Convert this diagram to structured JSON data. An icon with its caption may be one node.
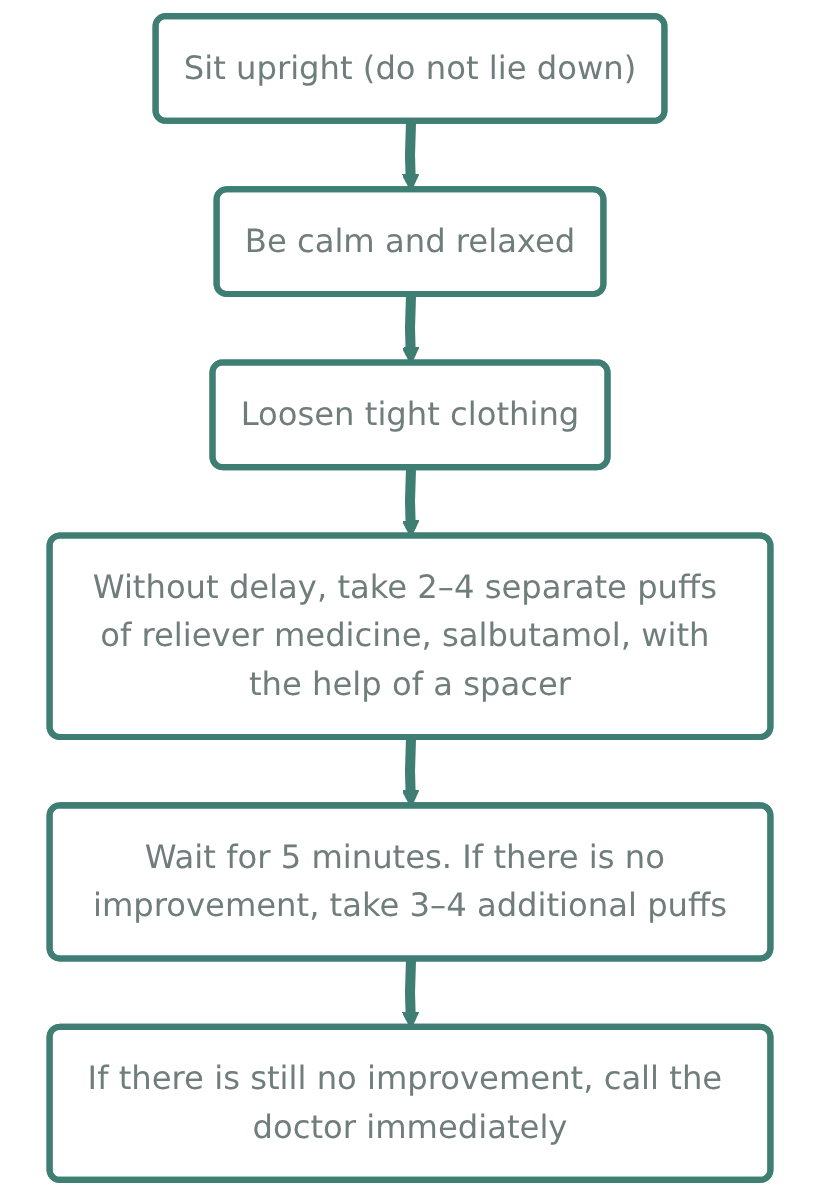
{
  "diagram": {
    "nodes": [
      {
        "text": [
          "Sit upright (do not lie down)"
        ]
      },
      {
        "text": [
          "Be calm and relaxed"
        ]
      },
      {
        "text": [
          "Loosen tight clothing"
        ]
      },
      {
        "text": [
          "Without delay, take 2–4 separate puffs of reliever medicine, salbutamol, with the help of a spacer"
        ]
      },
      {
        "text": [
          "Wait for 5 minutes. If there is no improvement, take 3–4 additional puffs"
        ]
      },
      {
        "text": [
          "If there is still no improvement, call the doctor immediately"
        ]
      }
    ],
    "edges": [
      {
        "from": 0,
        "to": 1,
        "arrow": "to"
      },
      {
        "from": 1,
        "to": 2,
        "arrow": "to"
      },
      {
        "from": 2,
        "to": 3,
        "arrow": "to"
      },
      {
        "from": 3,
        "to": 4,
        "arrow": "to"
      },
      {
        "from": 4,
        "to": 5,
        "arrow": "to"
      }
    ]
  }
}
